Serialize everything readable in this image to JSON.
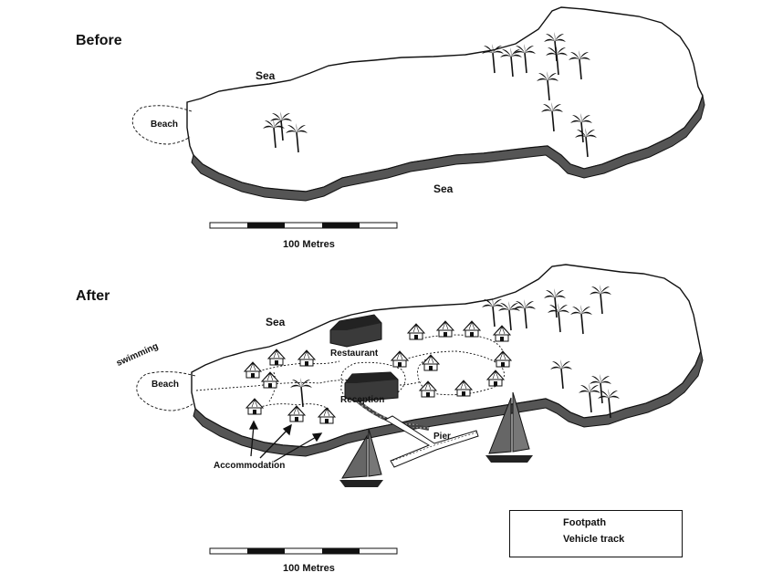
{
  "before": {
    "heading": "Before",
    "sea_north": "Sea",
    "sea_south": "Sea",
    "beach": "Beach",
    "scale_label": "100 Metres"
  },
  "after": {
    "heading": "After",
    "sea": "Sea",
    "beach": "Beach",
    "swimming": "swimming",
    "restaurant": "Restaurant",
    "reception": "Reception",
    "pier": "Pier",
    "accommodation": "Accommodation",
    "scale_label": "100 Metres"
  },
  "legend": {
    "footpath": "Footpath",
    "vehicle_track": "Vehicle track"
  },
  "icons": [
    "palm-tree-icon",
    "hut-icon",
    "building-icon",
    "sailboat-icon",
    "pier-icon"
  ]
}
